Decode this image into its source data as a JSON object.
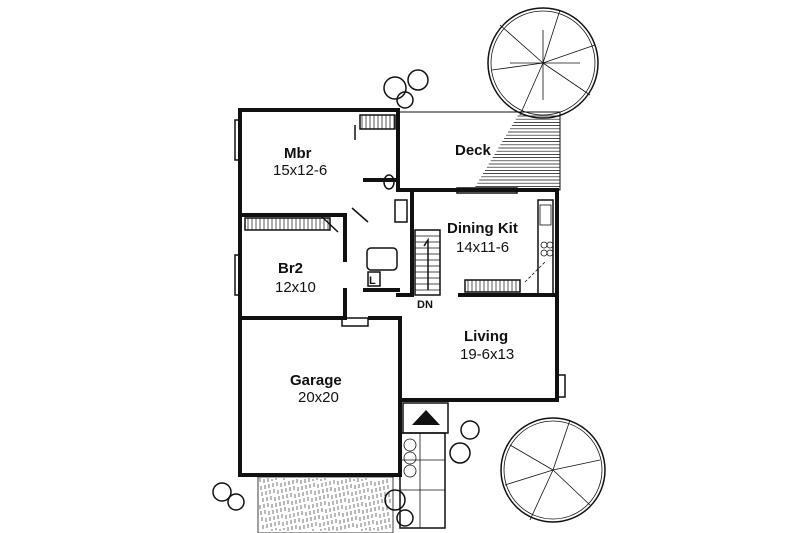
{
  "rooms": {
    "mbr": {
      "name": "Mbr",
      "size": "15x12-6"
    },
    "deck": {
      "name": "Deck"
    },
    "dining_kit": {
      "name": "Dining Kit",
      "size": "14x11-6"
    },
    "br2": {
      "name": "Br2",
      "size": "12x10"
    },
    "living": {
      "name": "Living",
      "size": "19-6x13"
    },
    "garage": {
      "name": "Garage",
      "size": "20x20"
    }
  },
  "labels": {
    "stair_down": "DN",
    "laundry": "L"
  },
  "colors": {
    "line": "#111111",
    "paper": "#ffffff"
  }
}
